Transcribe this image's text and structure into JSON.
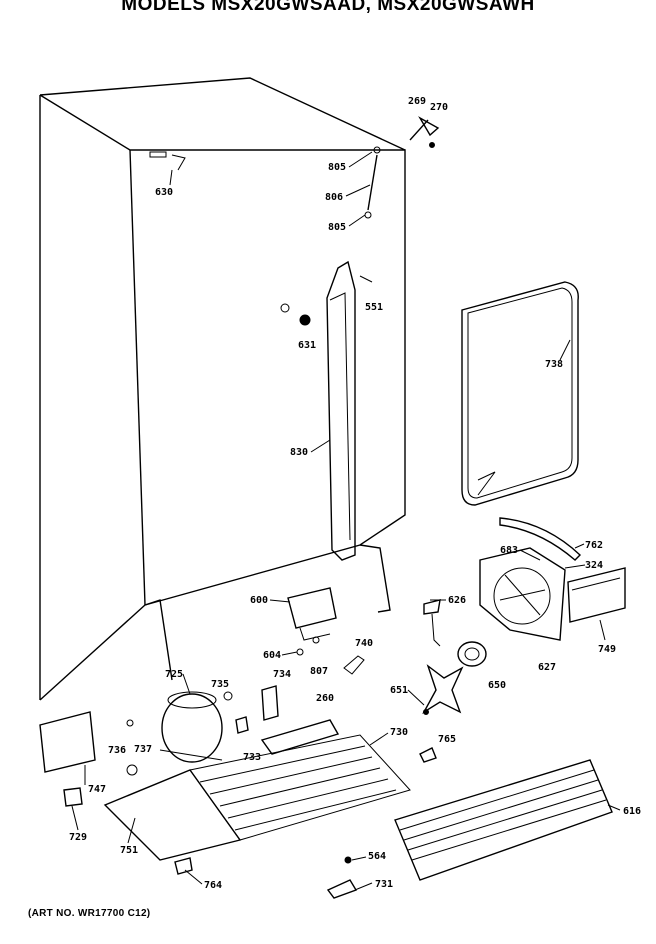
{
  "title": "MODELS MSX20GWSAAD, MSX20GWSAWH",
  "art_number": "(ART NO. WR17700 C12)",
  "part_labels": {
    "p269": "269",
    "p270": "270",
    "p805a": "805",
    "p806": "806",
    "p805b": "805",
    "p630": "630",
    "p551": "551",
    "p631": "631",
    "p738": "738",
    "p830": "830",
    "p762": "762",
    "p683": "683",
    "p324": "324",
    "p600": "600",
    "p626": "626",
    "p749": "749",
    "p604": "604",
    "p740": "740",
    "p807": "807",
    "p627": "627",
    "p650": "650",
    "p725": "725",
    "p735": "735",
    "p734": "734",
    "p260": "260",
    "p651": "651",
    "p730": "730",
    "p765": "765",
    "p736": "736",
    "p737": "737",
    "p733": "733",
    "p747": "747",
    "p616": "616",
    "p729": "729",
    "p751": "751",
    "p564": "564",
    "p764": "764",
    "p731": "731"
  }
}
